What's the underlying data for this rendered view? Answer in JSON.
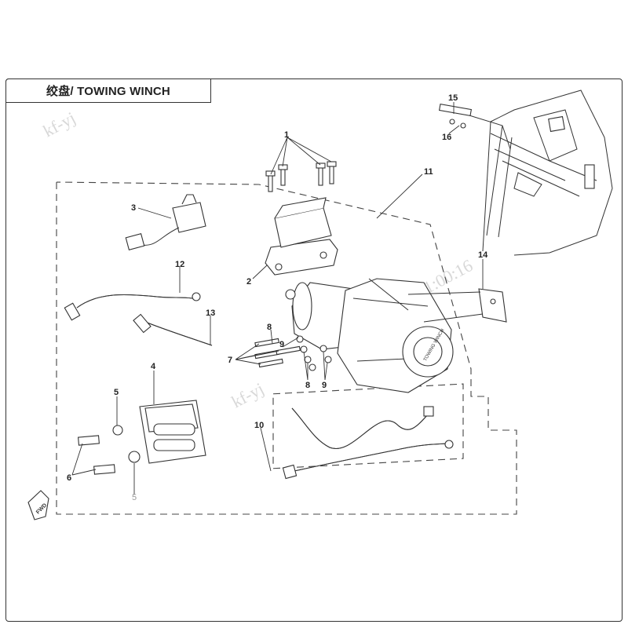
{
  "title": "绞盘/ TOWING WINCH",
  "watermark": [
    "kf-yj",
    "2022-01-18 11:00:16"
  ],
  "callouts": {
    "c1": "1",
    "c2": "2",
    "c3": "3",
    "c4": "4",
    "c5": "5",
    "c5b": "5",
    "c6": "6",
    "c7": "7",
    "c8a": "8",
    "c8b": "8",
    "c9a": "9",
    "c9b": "9",
    "c10": "10",
    "c11": "11",
    "c12": "12",
    "c13": "13",
    "c14": "14",
    "c15": "15",
    "c16": "16"
  },
  "fwd_label": "FWD",
  "drum_label": "TOWING WINCH"
}
